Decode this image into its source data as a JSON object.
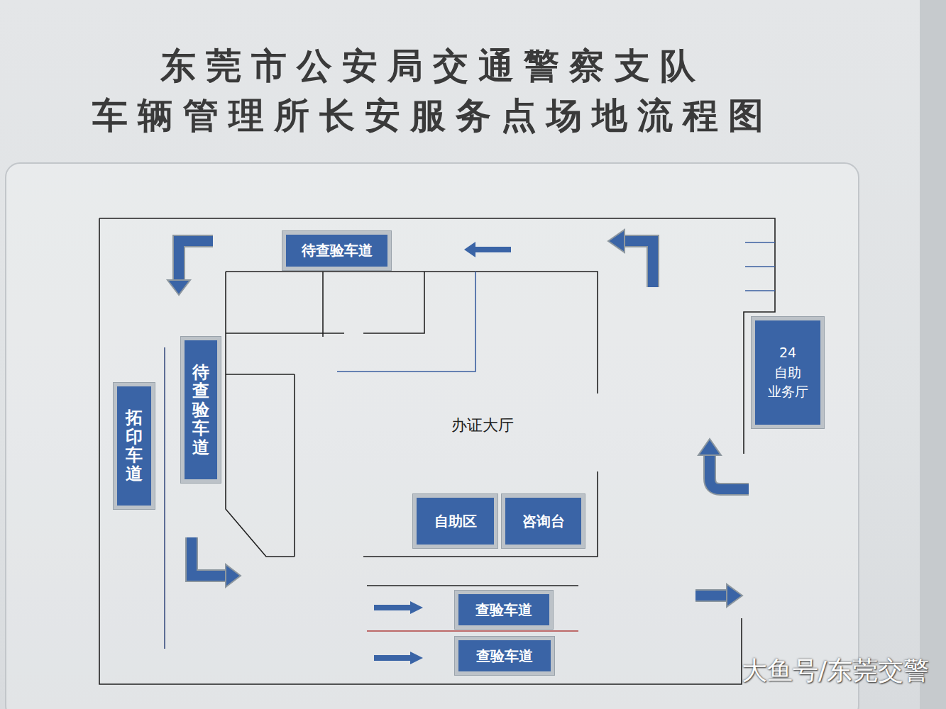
{
  "diagram": {
    "title": "东莞市公安局交通警察支队 车辆管理所长安服务点场地流程图",
    "nodes": [
      {
        "text": [
          "待查验车道"
        ]
      },
      {
        "text": [
          "待查验车道"
        ]
      },
      {
        "text": [
          "拓印车道"
        ]
      },
      {
        "text": [
          "24 自助 业务厅"
        ]
      },
      {
        "text": [
          "办证大厅"
        ]
      },
      {
        "text": [
          "自助区"
        ],
        "in": 4
      },
      {
        "text": [
          "咨询台"
        ],
        "in": 4
      },
      {
        "text": [
          "查验车道"
        ]
      },
      {
        "text": [
          "查验车道"
        ]
      }
    ],
    "labels": [
      "大鱼号/东莞交警"
    ]
  }
}
